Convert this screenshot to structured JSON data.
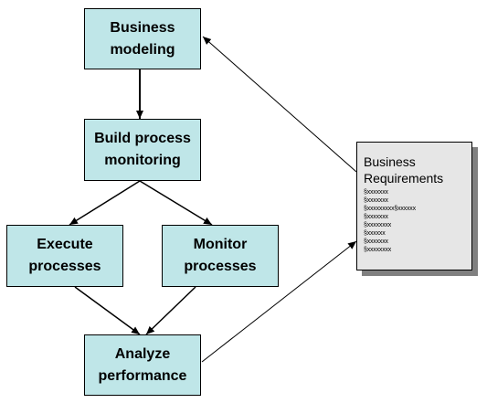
{
  "diagram": {
    "nodes": {
      "business_modeling": "Business\nmodeling",
      "build_process_monitoring": "Build process\nmonitoring",
      "execute_processes": "Execute\nprocesses",
      "monitor_processes": "Monitor\nprocesses",
      "analyze_performance": "Analyze\nperformance"
    },
    "document": {
      "title": "Business\nRequirements",
      "lines": [
        "§xxxxxxx",
        "§xxxxxxx",
        "§xxxxxxxxx§xxxxxx",
        "§xxxxxxx",
        "§xxxxxxxx",
        "§xxxxxx",
        "§xxxxxxx",
        "§xxxxxxxx"
      ]
    },
    "colors": {
      "node_fill": "#bfe6e8",
      "document_fill": "#e6e6e6",
      "document_shadow": "#808080",
      "line": "#000000"
    }
  }
}
